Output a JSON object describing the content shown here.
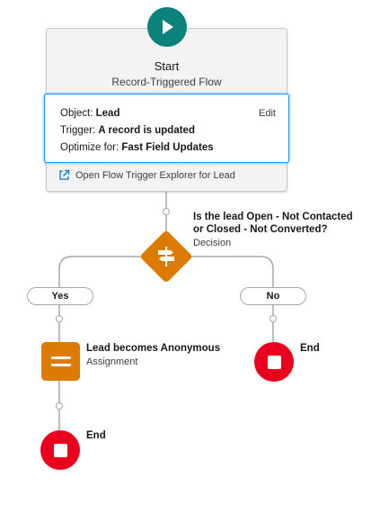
{
  "start": {
    "title": "Start",
    "subtitle": "Record-Triggered Flow",
    "object_label": "Object:",
    "object_value": "Lead",
    "trigger_label": "Trigger:",
    "trigger_value": "A record is updated",
    "optimize_label": "Optimize for:",
    "optimize_value": "Fast Field Updates",
    "edit_label": "Edit",
    "explorer_link": "Open Flow Trigger Explorer for Lead",
    "start_icon": "play-icon",
    "explorer_icon": "external-link-icon"
  },
  "decision": {
    "label_line1": "Is the lead Open - Not Contacted",
    "label_line2": "or Closed - Not Converted?",
    "type": "Decision",
    "icon": "decision-icon"
  },
  "branches": {
    "yes": "Yes",
    "no": "No"
  },
  "assignment": {
    "label": "Lead becomes Anonymous",
    "type": "Assignment",
    "icon": "assignment-icon"
  },
  "ends": {
    "yes_end": "End",
    "no_end": "End",
    "icon": "stop-icon"
  },
  "colors": {
    "start": "#0b827c",
    "decision": "#dd7a01",
    "assignment": "#dd7a01",
    "end": "#ea001e",
    "selection": "#1b96ff"
  }
}
